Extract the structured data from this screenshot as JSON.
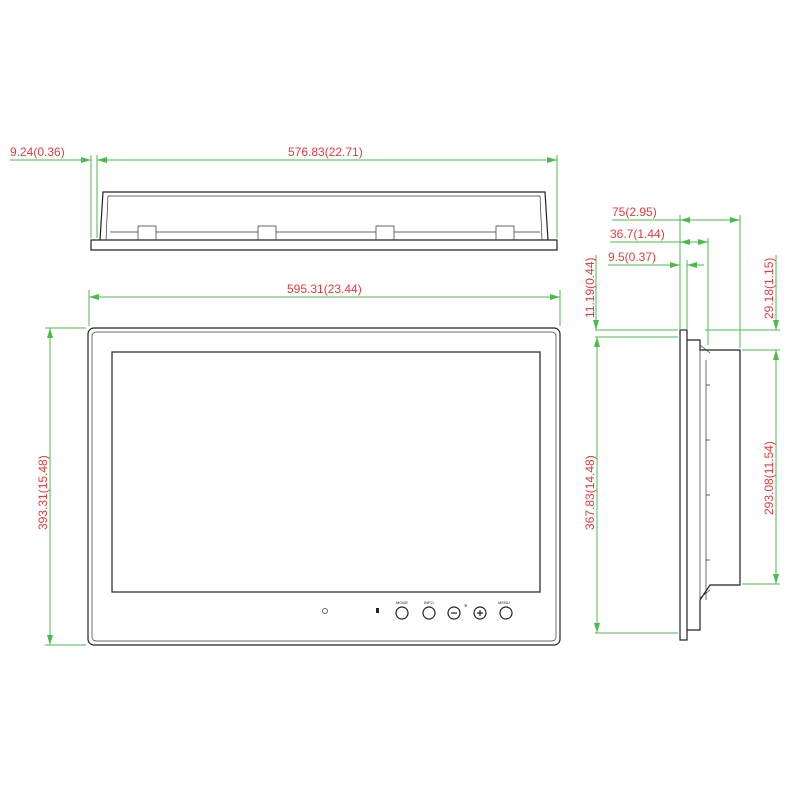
{
  "top_view": {
    "edge_offset_label": "9.24(0.36)",
    "width_label": "576.83(22.71)"
  },
  "front_view": {
    "width_label": "595.31(23.44)",
    "height_label": "393.31(15.48)",
    "buttons": [
      {
        "icon": "source-icon",
        "label": "MODE"
      },
      {
        "icon": "info-icon",
        "label": "INFO"
      },
      {
        "icon": "minus-icon",
        "label": ""
      },
      {
        "icon": "plus-icon",
        "label": ""
      },
      {
        "icon": "menu-icon",
        "label": "MENU"
      }
    ]
  },
  "side_view": {
    "depth_label": "75(2.95)",
    "mid_depth_label": "36.7(1.44)",
    "bezel_label": "9.5(0.37)",
    "top_offset_label": "11.19(0.44)",
    "body_offset_label": "29.18(1.15)",
    "cutout_height_label": "367.83(14.48)",
    "body_height_label": "293.08(11.54)"
  }
}
